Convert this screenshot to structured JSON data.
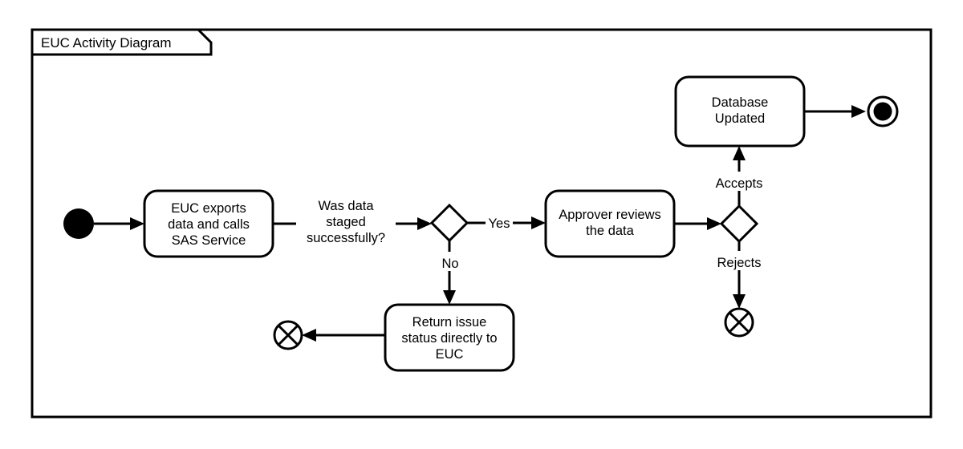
{
  "diagram": {
    "title": "EUC Activity Diagram",
    "type": "uml-activity-diagram",
    "colors": {
      "stroke": "#000000",
      "fill": "#ffffff",
      "background": "#ffffff"
    },
    "nodes": {
      "initial": {
        "kind": "initial-node",
        "label": ""
      },
      "action_export": {
        "kind": "action",
        "line1": "EUC exports",
        "line2": "data and calls",
        "line3": "SAS Service"
      },
      "decision_staged": {
        "kind": "decision",
        "label": ""
      },
      "action_approver": {
        "kind": "action",
        "line1": "Approver reviews",
        "line2": "the data"
      },
      "decision_approval": {
        "kind": "decision",
        "label": ""
      },
      "action_database": {
        "kind": "action",
        "line1": "Database",
        "line2": "Updated"
      },
      "action_return_issue": {
        "kind": "action",
        "line1": "Return issue",
        "line2": "status directly to",
        "line3": "EUC"
      },
      "final_node": {
        "kind": "activity-final-node",
        "label": ""
      },
      "flow_final_left": {
        "kind": "flow-final-node",
        "label": ""
      },
      "flow_final_rejects": {
        "kind": "flow-final-node",
        "label": ""
      }
    },
    "guards": {
      "staged_question_line1": "Was data",
      "staged_question_line2": "staged",
      "staged_question_line3": "successfully?",
      "yes": "Yes",
      "no": "No",
      "accepts": "Accepts",
      "rejects": "Rejects"
    }
  }
}
